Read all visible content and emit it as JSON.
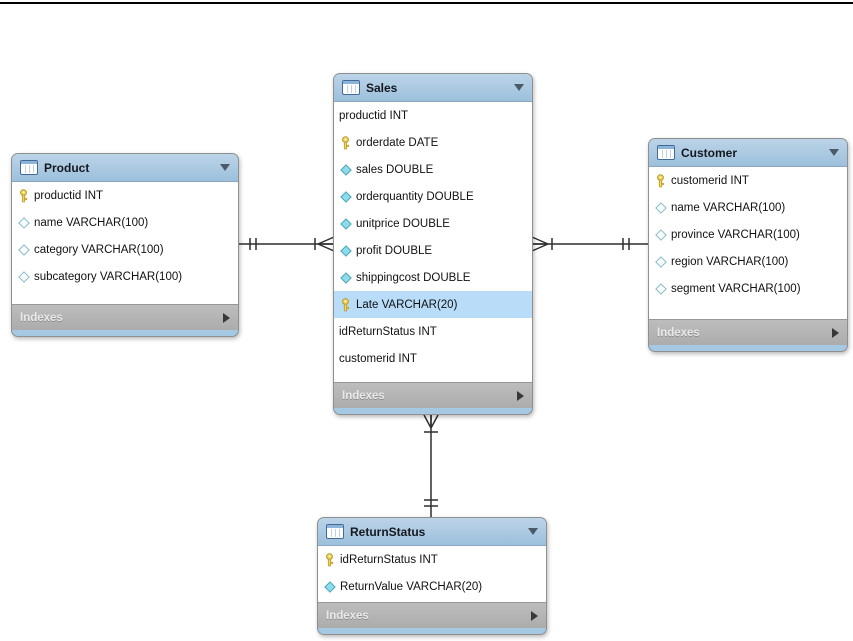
{
  "diagram": {
    "tables": [
      {
        "name": "Sales",
        "footer": "Indexes",
        "fields": [
          {
            "icon": "none",
            "label": "productid INT"
          },
          {
            "icon": "key",
            "label": "orderdate DATE"
          },
          {
            "icon": "diamond-filled",
            "label": "sales DOUBLE"
          },
          {
            "icon": "diamond-filled",
            "label": "orderquantity DOUBLE"
          },
          {
            "icon": "diamond-filled",
            "label": "unitprice DOUBLE"
          },
          {
            "icon": "diamond-filled",
            "label": "profit DOUBLE"
          },
          {
            "icon": "diamond-filled",
            "label": "shippingcost DOUBLE"
          },
          {
            "icon": "key",
            "label": "Late VARCHAR(20)",
            "highlighted": true
          },
          {
            "icon": "none",
            "label": "idReturnStatus INT"
          },
          {
            "icon": "none",
            "label": "customerid INT"
          }
        ]
      },
      {
        "name": "Product",
        "footer": "Indexes",
        "fields": [
          {
            "icon": "key",
            "label": "productid INT"
          },
          {
            "icon": "diamond-hollow",
            "label": "name VARCHAR(100)"
          },
          {
            "icon": "diamond-hollow",
            "label": "category VARCHAR(100)"
          },
          {
            "icon": "diamond-hollow",
            "label": "subcategory VARCHAR(100)"
          }
        ]
      },
      {
        "name": "Customer",
        "footer": "Indexes",
        "fields": [
          {
            "icon": "key",
            "label": "customerid INT"
          },
          {
            "icon": "diamond-hollow",
            "label": "name VARCHAR(100)"
          },
          {
            "icon": "diamond-hollow",
            "label": "province VARCHAR(100)"
          },
          {
            "icon": "diamond-hollow",
            "label": "region VARCHAR(100)"
          },
          {
            "icon": "diamond-hollow",
            "label": "segment VARCHAR(100)"
          }
        ]
      },
      {
        "name": "ReturnStatus",
        "footer": "Indexes",
        "fields": [
          {
            "icon": "key",
            "label": "idReturnStatus INT"
          },
          {
            "icon": "diamond-filled",
            "label": "ReturnValue VARCHAR(20)"
          }
        ]
      }
    ],
    "relationships": [
      {
        "from": "Product",
        "to": "Sales",
        "from_cardinality": "one-mandatory",
        "to_cardinality": "many-mandatory"
      },
      {
        "from": "Customer",
        "to": "Sales",
        "from_cardinality": "one-mandatory",
        "to_cardinality": "many-mandatory"
      },
      {
        "from": "ReturnStatus",
        "to": "Sales",
        "from_cardinality": "one-mandatory",
        "to_cardinality": "many-mandatory"
      }
    ],
    "colors": {
      "header_blue": "#a9c9e2",
      "row_highlight": "#b9dcf8",
      "footer_gray": "#b3b3b3",
      "key_yellow": "#f2d957",
      "diamond_cyan": "#8fdbe8",
      "connector": "#2e2e2e",
      "top_rule": "#000000"
    }
  }
}
